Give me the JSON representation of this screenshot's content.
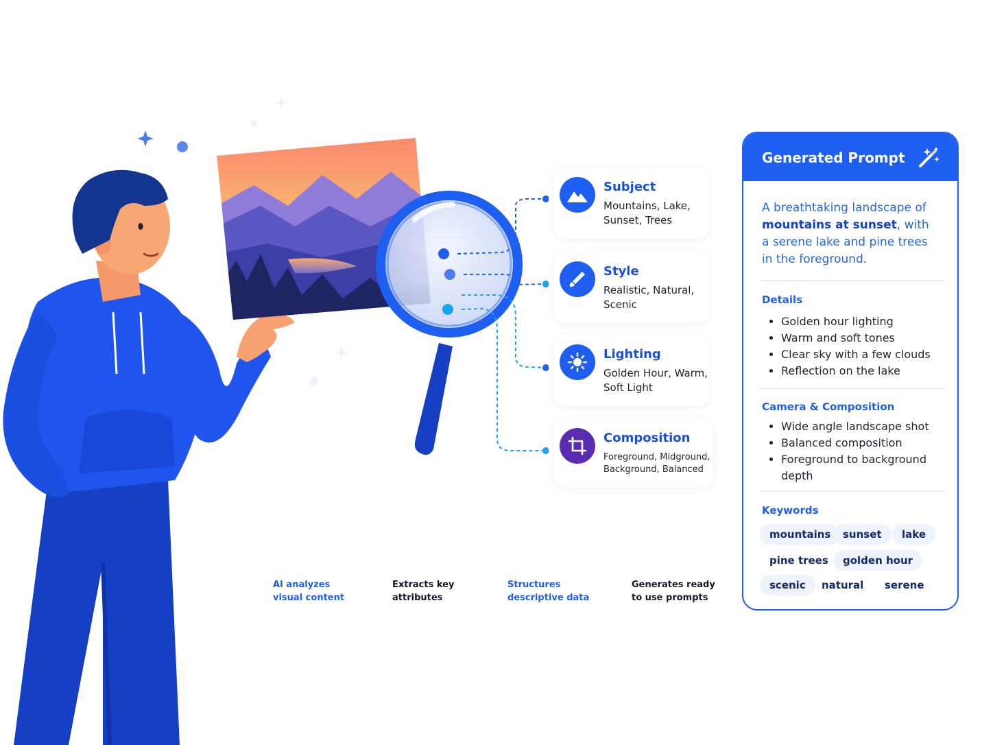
{
  "attributes": [
    {
      "title": "Subject",
      "description": "Mountains, Lake, Sunset, Trees",
      "icon": "mountain-icon",
      "color": "#1e5ef0"
    },
    {
      "title": "Style",
      "description": "Realistic, Natural, Scenic",
      "icon": "brush-icon",
      "color": "#1e5ef0"
    },
    {
      "title": "Lighting",
      "description": "Golden Hour, Warm, Soft Light",
      "icon": "sun-icon",
      "color": "#1e5ef0"
    },
    {
      "title": "Composition",
      "description": "Foreground, Midground, Background, Balanced",
      "icon": "crop-icon",
      "color": "#5a2db0"
    }
  ],
  "steps": [
    {
      "label": "AI analyzes visual content",
      "color": "#1e5ef0"
    },
    {
      "label": "Extracts key attributes",
      "color": "#111827"
    },
    {
      "label": "Structures descriptive data",
      "color": "#1e5ef0"
    },
    {
      "label": "Generates ready to use prompts",
      "color": "#111827"
    }
  ],
  "prompt_panel": {
    "title": "Generated Prompt",
    "text_pre": "A breathtaking landscape of ",
    "text_bold": "mountains at sunset",
    "text_post": ", with a serene lake and pine trees in the foreground.",
    "details_heading": "Details",
    "details": [
      "Golden hour lighting",
      "Warm and soft tones",
      "Clear sky with a few clouds",
      "Reflection on the lake"
    ],
    "camera_heading": "Camera & Composition",
    "camera": [
      "Wide angle landscape shot",
      "Balanced composition",
      "Foreground to background depth"
    ],
    "keywords_heading": "Keywords",
    "keywords": [
      "mountains",
      "sunset",
      "lake",
      "pine trees",
      "golden hour",
      "scenic",
      "natural",
      "serene"
    ]
  },
  "colors": {
    "accent": "#1e5ef0",
    "dark": "#16296b"
  }
}
